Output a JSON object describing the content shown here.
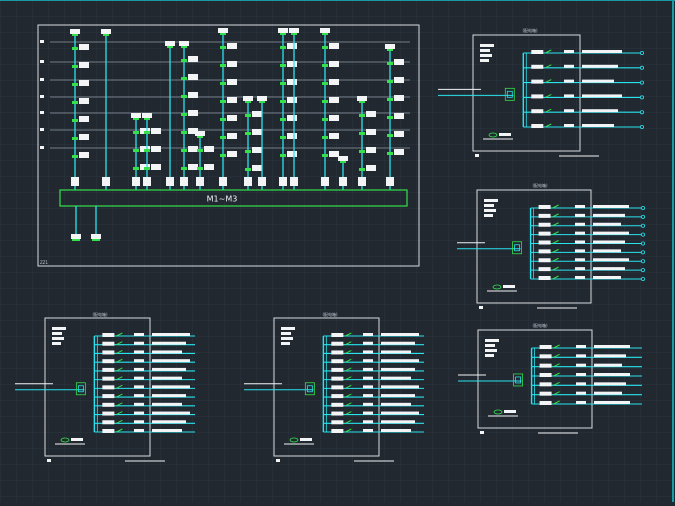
{
  "colors": {
    "background": "#212830",
    "grid": "#2c3540",
    "frame": "#d9dde2",
    "cyan": "#29e3ee",
    "green": "#35e04a",
    "white": "#f2f4f6"
  },
  "riser": {
    "busbar_label": "M1~M3",
    "corner_note": "ZZ1"
  },
  "panels": {
    "top_right_title": "(配电箱)",
    "mid_right_title": "(配电箱)",
    "bottom_left_title": "(配电箱)",
    "bottom_mid_title": "(配电箱)",
    "bottom_right_title": "(配电箱)"
  }
}
